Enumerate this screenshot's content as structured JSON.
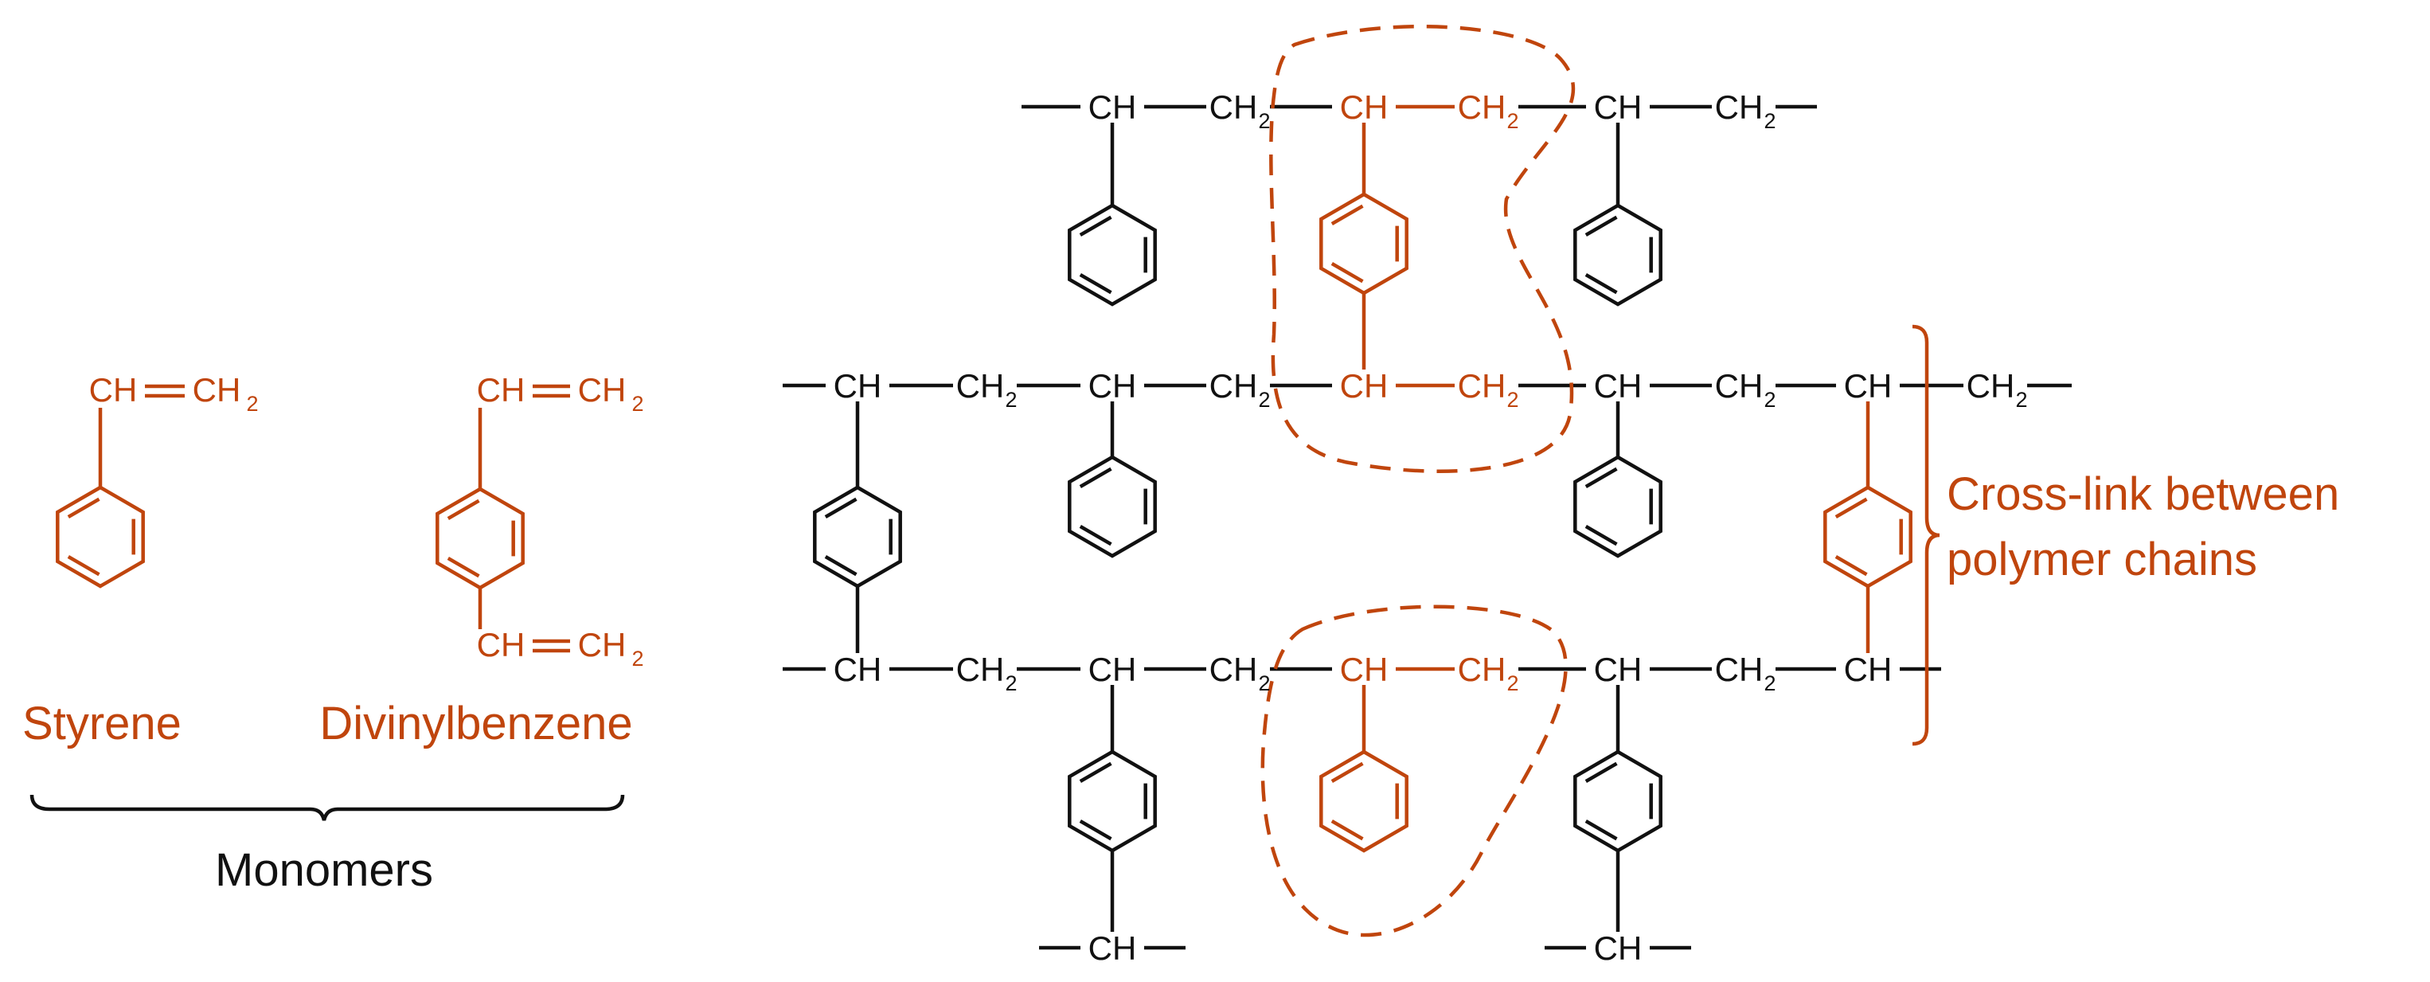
{
  "colors": {
    "accent": "#c0450d",
    "ink": "#111111",
    "background": "#ffffff"
  },
  "groups": {
    "ch": "CH",
    "ch2": "CH",
    "ch2_sub": "2",
    "vinyl_ch": "CH",
    "vinyl_ch2": "CH",
    "vinyl_sub": "2"
  },
  "captions": {
    "styrene": "Styrene",
    "divinylbenzene": "Divinylbenzene",
    "monomers": "Monomers",
    "crosslink_line1": "Cross-link between",
    "crosslink_line2": "polymer chains"
  }
}
